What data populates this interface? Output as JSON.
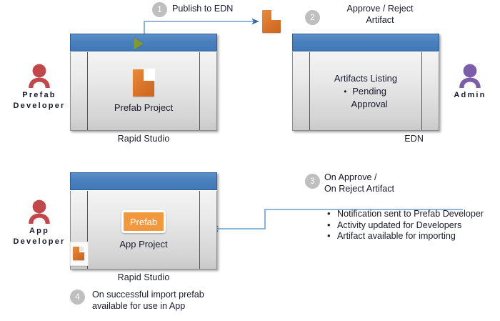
{
  "diagram": {
    "title": "Prefab publish and import workflow",
    "colors": {
      "titlebar": "#4a80bd",
      "window_body": "#e6e6e6",
      "artifact_orange": "#d9742a",
      "prefab_badge": "#f2983f",
      "prefab_developer": "#c0474c",
      "app_developer": "#c0474c",
      "admin": "#7b5ea7",
      "connector": "#4a7fb5",
      "step_circle": "#bfbfbf",
      "play_triangle": "#7f9a2f"
    }
  },
  "actors": {
    "prefab_developer": {
      "label": "Prefab\nDeveloper",
      "line1": "Prefab",
      "line2": "Developer",
      "icon": "person-icon",
      "color": "#c0474c"
    },
    "app_developer": {
      "label": "App\nDeveloper",
      "line1": "App",
      "line2": "Developer",
      "icon": "person-icon",
      "color": "#c0474c"
    },
    "admin": {
      "label": "Admin",
      "line1": "Admin",
      "line2": "",
      "icon": "person-icon",
      "color": "#7b5ea7"
    }
  },
  "windows": {
    "prefab_studio": {
      "caption": "Rapid Studio",
      "content_label": "Prefab Project",
      "icon": "artifact-document-icon",
      "titlebar_icon": "play-triangle-icon"
    },
    "edn": {
      "caption": "EDN",
      "content_line1": "Artifacts Listing",
      "content_bullet": "Pending\nApproval",
      "content_bullet_line1": "Pending",
      "content_bullet_line2": "Approval"
    },
    "app_studio": {
      "caption": "Rapid Studio",
      "content_label": "App  Project",
      "badge_label": "Prefab",
      "side_icon": "artifact-document-icon"
    }
  },
  "steps": [
    {
      "number": "1",
      "text": "Publish to EDN",
      "lines": [
        "Publish to EDN"
      ]
    },
    {
      "number": "2",
      "text": "Approve / Reject\nArtifact",
      "lines": [
        "Approve / Reject",
        "Artifact"
      ]
    },
    {
      "number": "3",
      "text": "On Approve /\nOn Reject Artifact",
      "lines": [
        "On Approve /",
        "On Reject Artifact"
      ]
    },
    {
      "number": "4",
      "text": "On successful import prefab\navailable for use in App",
      "lines": [
        "On successful import prefab",
        "available for use in App"
      ]
    }
  ],
  "step3_outcomes": [
    "Notification sent to Prefab Developer",
    "Activity updated for Developers",
    "Artifact available for importing"
  ]
}
